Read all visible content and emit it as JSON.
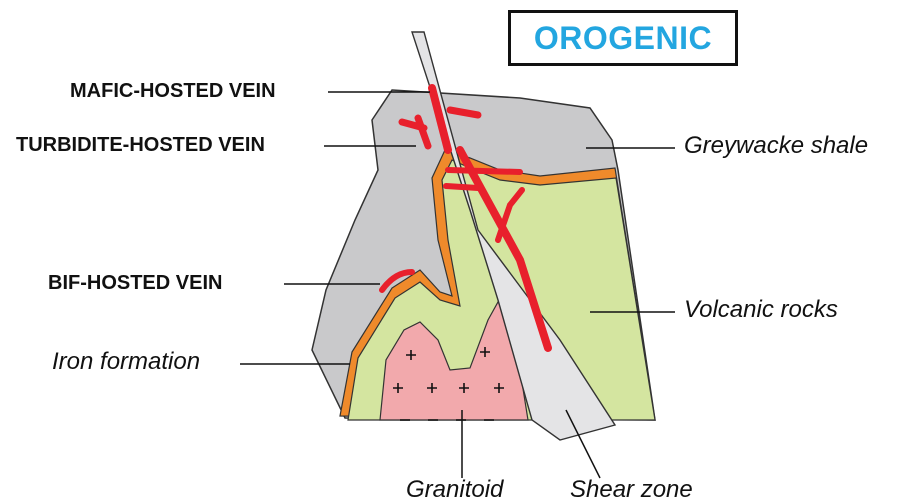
{
  "title": "OROGENIC",
  "labels": {
    "mafic_vein": "MAFIC-HOSTED VEIN",
    "turbidite_vein": "TURBIDITE-HOSTED VEIN",
    "bif_vein": "BIF-HOSTED VEIN",
    "iron_formation": "Iron formation",
    "greywacke": "Greywacke shale",
    "volcanic": "Volcanic rocks",
    "granitoid": "Granitoid",
    "shear_zone": "Shear zone"
  },
  "colors": {
    "greywacke": "#c9c9cb",
    "volcanic": "#d4e5a0",
    "iron_formation": "#ef8a2b",
    "granitoid": "#f2a9ac",
    "shear_zone": "#e4e4e6",
    "vein": "#e8202c",
    "title": "#23a6e0"
  }
}
